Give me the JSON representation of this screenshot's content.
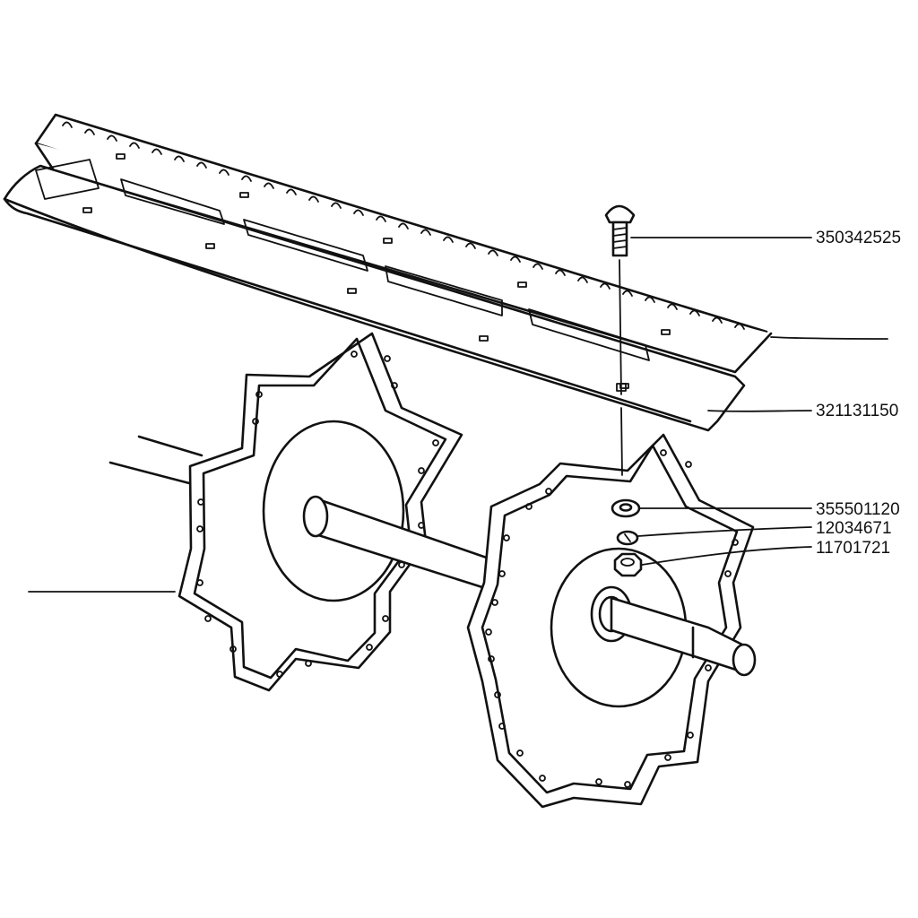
{
  "diagram": {
    "part_numbers": {
      "bolt": "350342525",
      "rasp_bar": "321131150",
      "flat_washer": "355501120",
      "lock_washer": "12034671",
      "nut": "11701721"
    },
    "ink_color": "#111111",
    "background_color": "#ffffff"
  }
}
